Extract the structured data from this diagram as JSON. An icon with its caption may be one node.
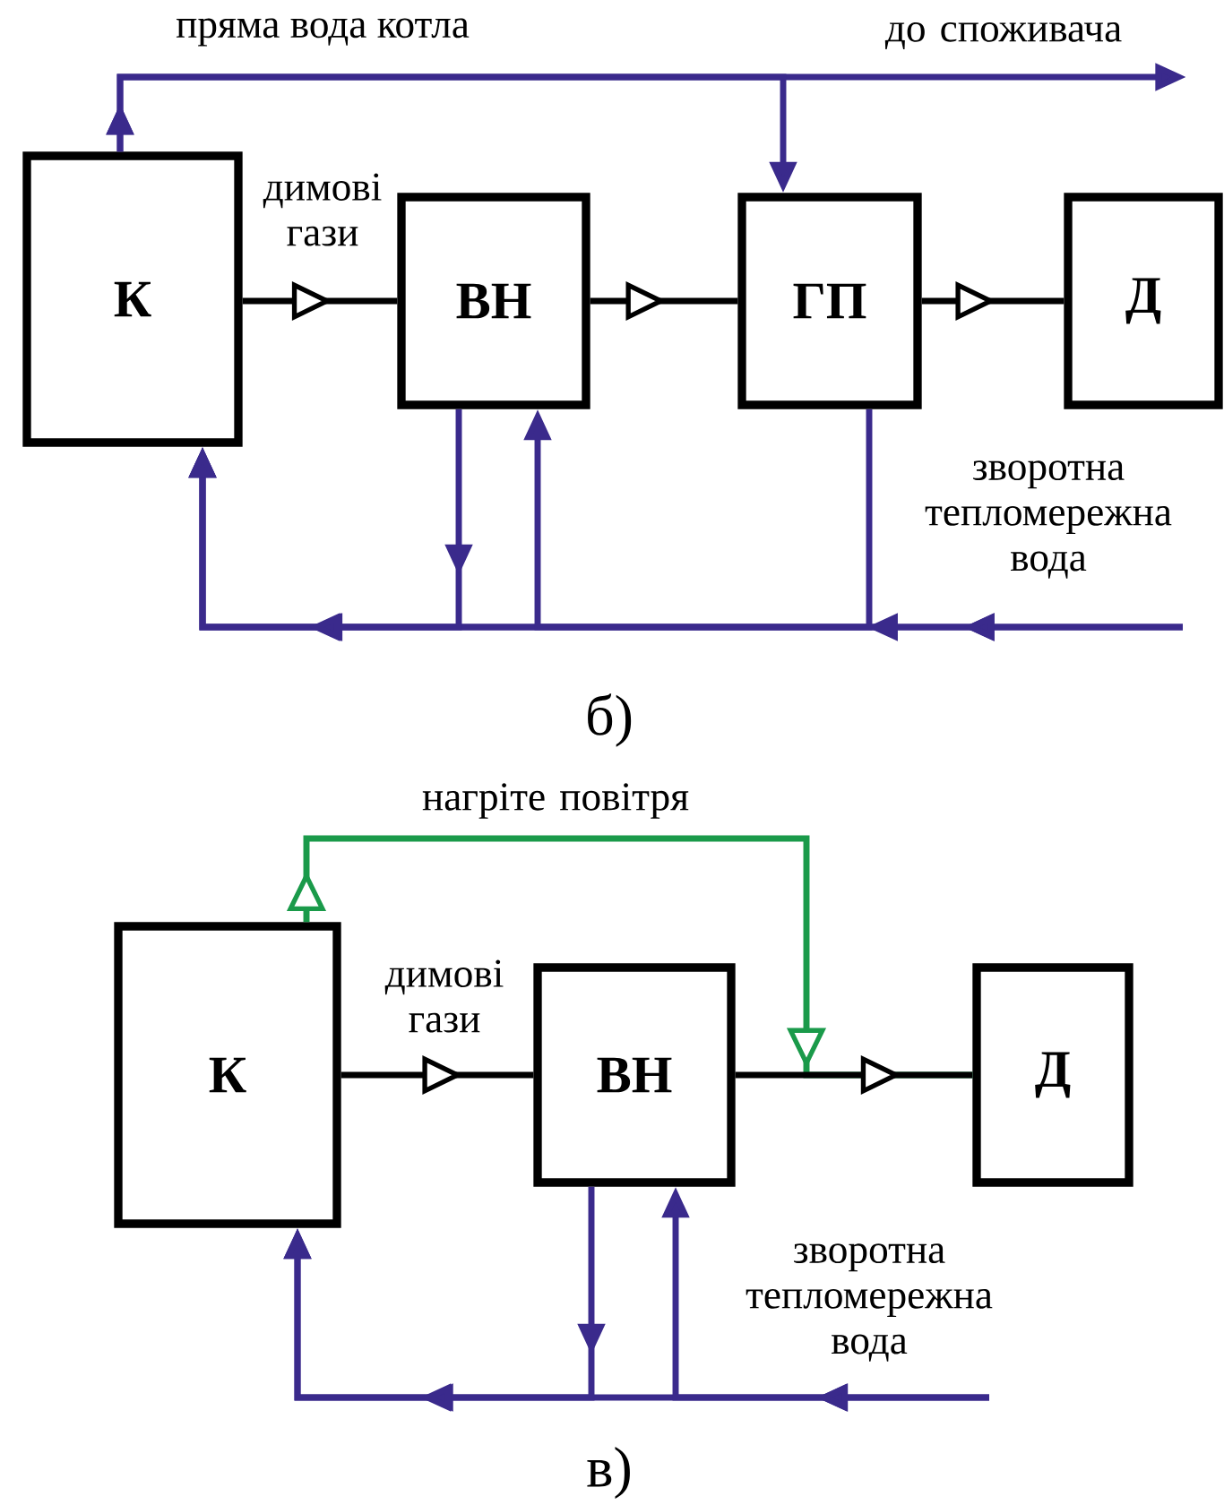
{
  "diagram": {
    "nodes": [
      {
        "text": [
          "К"
        ]
      },
      {
        "text": [
          "ВН"
        ]
      },
      {
        "text": [
          "ГП"
        ]
      },
      {
        "text": [
          "Д"
        ]
      },
      {
        "text": [
          "К"
        ]
      },
      {
        "text": [
          "ВН"
        ]
      },
      {
        "text": [
          "Д"
        ]
      }
    ],
    "edges": [
      {
        "from": 0,
        "to": 1,
        "arrow": "to",
        "label": "димові гази",
        "color": "#000000"
      },
      {
        "from": 1,
        "to": 2,
        "arrow": "to",
        "color": "#000000"
      },
      {
        "from": 2,
        "to": 3,
        "arrow": "to",
        "color": "#000000"
      },
      {
        "from": 0,
        "to": null,
        "arrow": "to",
        "label": "до споживача"
      },
      {
        "from": 0,
        "to": 2,
        "arrow": "to"
      },
      {
        "from": null,
        "to": 0,
        "arrow": "to",
        "label": "зворотна тепломережна вода"
      },
      {
        "from": 2,
        "to": 0,
        "arrow": "to"
      },
      {
        "from": 1,
        "to": 0,
        "arrow": "to"
      },
      {
        "from": null,
        "to": 1,
        "arrow": "to"
      },
      {
        "from": 4,
        "to": 5,
        "arrow": "to",
        "label": "димові гази",
        "color": "#000000"
      },
      {
        "from": 4,
        "to": 6,
        "arrow": "to",
        "label": "нагріте повітря",
        "color": "#1a9a4a"
      },
      {
        "from": 5,
        "to": 6,
        "arrow": "to",
        "color": "#000000"
      },
      {
        "from": null,
        "to": 4,
        "arrow": "to",
        "label": "зворотна тепломережна вода"
      },
      {
        "from": 5,
        "to": 4,
        "arrow": "to"
      },
      {
        "from": null,
        "to": 5,
        "arrow": "to"
      }
    ],
    "labels": [
      "пряма вода котла",
      "б)",
      "в)"
    ]
  }
}
